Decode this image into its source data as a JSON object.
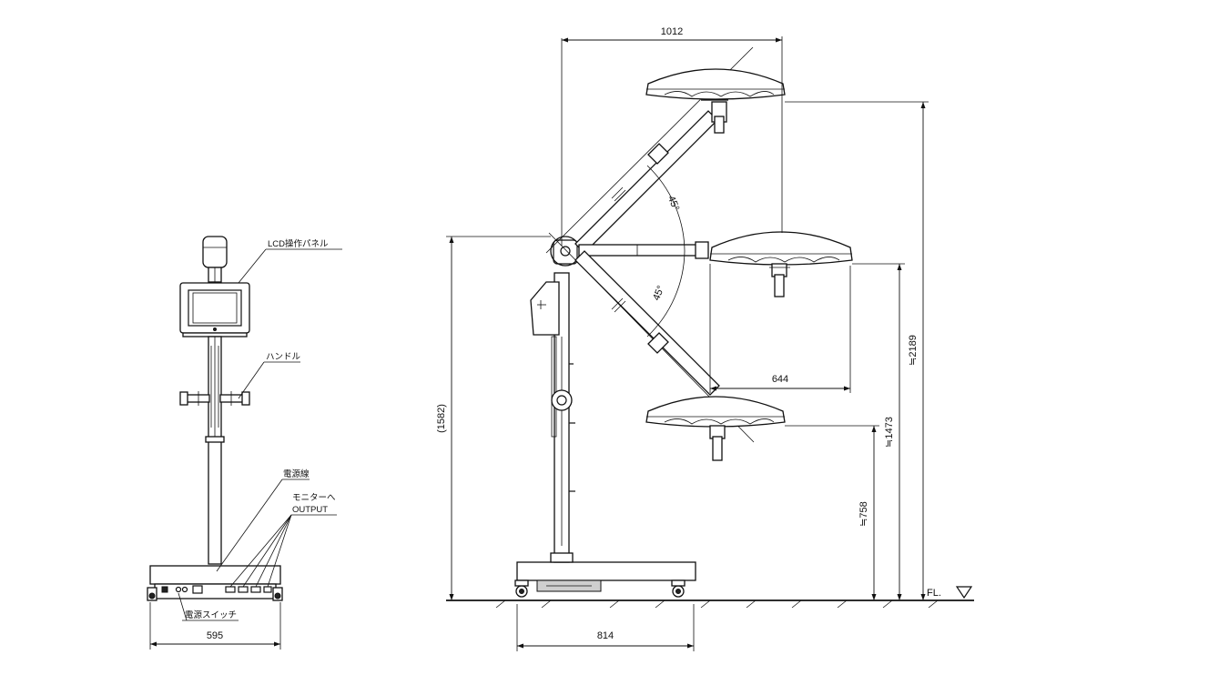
{
  "front_view": {
    "labels": {
      "lcd_panel": "LCD操作パネル",
      "handle": "ハンドル",
      "power_cord": "電源線",
      "to_monitor": "モニターへ",
      "output": "OUTPUT",
      "power_switch": "電源スイッチ"
    },
    "dimensions": {
      "width": "595"
    }
  },
  "side_view": {
    "dimensions": {
      "max_reach": "1012",
      "arm_length": "644",
      "base_width": "814",
      "pivot_height": "(1582)",
      "max_height": "≒2189",
      "mid_height": "≒1473",
      "min_height": "≒758"
    },
    "angles": {
      "upper": "45°",
      "lower": "45°"
    },
    "floor_label": "FL."
  },
  "colors": {
    "line": "#111111",
    "background": "#ffffff"
  }
}
